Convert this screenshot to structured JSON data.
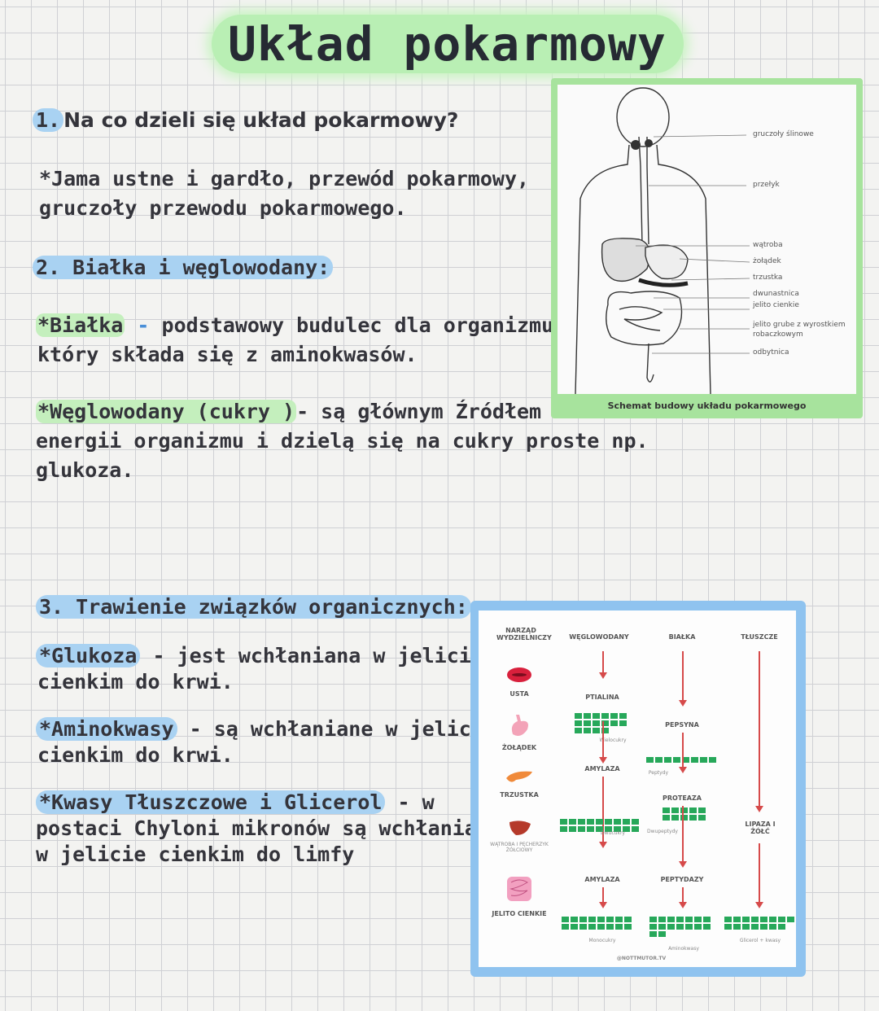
{
  "title": "Układ pokarmowy",
  "q1": {
    "number": "1.",
    "question": "Na co dzieli się układ pokarmowy?",
    "answer_line1": "*Jama ustne i gardło, przewód pokarmowy,",
    "answer_line2": "gruczoły przewodu pokarmowego."
  },
  "q2": {
    "heading": "2. Białka i węglowodany:",
    "proteins_term": "*Białka",
    "proteins_dash": " - ",
    "proteins_line1": "podstawowy budulec dla organizmu ,",
    "proteins_line2": "który składa się z aminokwasów.",
    "carbs_term": "*Węglowodany (cukry )",
    "carbs_line1": "- są głównym Źródłem",
    "carbs_line2": "energii organizmu i dzielą się na cukry proste np.",
    "carbs_line3": "glukoza."
  },
  "q3": {
    "heading": "3. Trawienie związków organicznych:",
    "glucose_term": "*Glukoza",
    "glucose_line1": " - jest wchłaniana w jelicie",
    "glucose_line2": "cienkim do krwi.",
    "amino_term": "*Aminokwasy",
    "amino_line1": " - są wchłaniane w jelicie",
    "amino_line2": "cienkim do krwi.",
    "fat_term": "*Kwasy Tłuszczowe i Glicerol",
    "fat_line1": " - w",
    "fat_line2": "postaci Chyloni mikronów są wchłaniane",
    "fat_line3": "w jelicie cienkim do limfy"
  },
  "figure1": {
    "caption": "Schemat budowy układu pokarmowego",
    "labels": [
      "gruczoły ślinowe",
      "przełyk",
      "wątroba",
      "żołądek",
      "trzustka",
      "dwunastnica",
      "jelito cienkie",
      "jelito grube z wyrostkiem",
      "robaczkowym",
      "odbytnica"
    ]
  },
  "figure2": {
    "headers": [
      "NARZĄD WYDZIELNICZY",
      "WĘGLOWODANY",
      "BIAŁKA",
      "TŁUSZCZE"
    ],
    "organs": [
      "USTA",
      "ŻOŁĄDEK",
      "TRZUSTKA",
      "WĄTROBA I PĘCHERZYK ŻÓŁCIOWY",
      "JELITO CIENKIE"
    ],
    "enzymes": [
      "PTIALINA",
      "AMYLAZA",
      "AMYLAZA",
      "PEPSYNA",
      "PROTEAZA",
      "PEPTYDAZY",
      "LIPAZA I ŻÓŁĆ"
    ],
    "products": [
      "Wielocukry",
      "Dwucukry",
      "Monocukry",
      "Peptydy",
      "Dwupeptydy",
      "Aminokwasy",
      "Glicerol + kwasy"
    ],
    "footer": "@NOTTMUTOR.TV"
  },
  "colors": {
    "highlight_green": "#c4efbd",
    "highlight_blue": "#a9d2f2",
    "arrow_red": "#d64a4a",
    "block_green": "#27a85a"
  }
}
